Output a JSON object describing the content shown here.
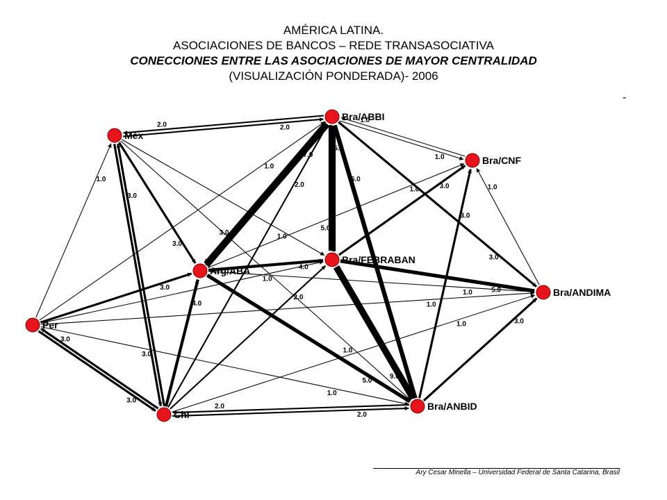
{
  "title": {
    "line1": "AMÉRICA LATINA.",
    "line2": "ASOCIACIONES DE BANCOS – REDE TRANSASOCIATIVA",
    "line3": "CONECCIONES ENTRE LAS ASOCIACIONES DE MAYOR CENTRALIDAD",
    "line4": "(VISUALIZACIÓN PONDERADA)- 2006"
  },
  "corner_mark": "-",
  "credit": "Ary Cesar Minella – Universidad Federal de Santa Catarina, Brasil",
  "colors": {
    "node": "#e8141c",
    "edge": "#000000"
  },
  "nodes": [
    {
      "id": "abbi",
      "label": "Bra/ABBI"
    },
    {
      "id": "mex",
      "label": "Méx"
    },
    {
      "id": "cnf",
      "label": "Bra/CNF"
    },
    {
      "id": "aba",
      "label": "Arg/ABA"
    },
    {
      "id": "feb",
      "label": "Bra/FEBRABAN"
    },
    {
      "id": "andima",
      "label": "Bra/ANDIMA"
    },
    {
      "id": "per",
      "label": "Per"
    },
    {
      "id": "chi",
      "label": "Chi"
    },
    {
      "id": "anbid",
      "label": "Bra/ANBID"
    }
  ],
  "edges": [
    {
      "from": "mex",
      "to": "abbi",
      "w": "2.0"
    },
    {
      "from": "abbi",
      "to": "mex",
      "w": "2.0"
    },
    {
      "from": "abbi",
      "to": "cnf",
      "w": "1.0"
    },
    {
      "from": "cnf",
      "to": "abbi",
      "w": "1.0"
    },
    {
      "from": "aba",
      "to": "abbi",
      "w": "7.0"
    },
    {
      "from": "abbi",
      "to": "aba",
      "w": "3.0"
    },
    {
      "from": "feb",
      "to": "abbi",
      "w": "5.0"
    },
    {
      "from": "abbi",
      "to": "feb",
      "w": "5.0"
    },
    {
      "from": "anbid",
      "to": "abbi",
      "w": "6.0"
    },
    {
      "from": "abbi",
      "to": "andima",
      "w": "3.0"
    },
    {
      "from": "chi",
      "to": "abbi",
      "w": "2.0"
    },
    {
      "from": "per",
      "to": "abbi",
      "w": "1.0"
    },
    {
      "from": "mex",
      "to": "aba",
      "w": "3.0"
    },
    {
      "from": "mex",
      "to": "chi",
      "w": "3.0"
    },
    {
      "from": "chi",
      "to": "mex",
      "w": "3.0"
    },
    {
      "from": "per",
      "to": "mex",
      "w": "1.0"
    },
    {
      "from": "mex",
      "to": "feb",
      "w": "1.0"
    },
    {
      "from": "mex",
      "to": "anbid",
      "w": "1.0"
    },
    {
      "from": "feb",
      "to": "cnf",
      "w": "3.0"
    },
    {
      "from": "aba",
      "to": "cnf",
      "w": "1.0"
    },
    {
      "from": "andima",
      "to": "cnf",
      "w": "1.0"
    },
    {
      "from": "anbid",
      "to": "cnf",
      "w": "3.0"
    },
    {
      "from": "aba",
      "to": "feb",
      "w": "4.0"
    },
    {
      "from": "aba",
      "to": "anbid",
      "w": "5.0"
    },
    {
      "from": "per",
      "to": "aba",
      "w": "3.0"
    },
    {
      "from": "chi",
      "to": "aba",
      "w": "4.0"
    },
    {
      "from": "feb",
      "to": "anbid",
      "w": "9.0"
    },
    {
      "from": "feb",
      "to": "andima",
      "w": "5.0"
    },
    {
      "from": "chi",
      "to": "feb",
      "w": "2.0"
    },
    {
      "from": "per",
      "to": "feb",
      "w": "1.0"
    },
    {
      "from": "aba",
      "to": "andima",
      "w": "1.0"
    },
    {
      "from": "per",
      "to": "andima",
      "w": "1.0"
    },
    {
      "from": "anbid",
      "to": "andima",
      "w": "3.0"
    },
    {
      "from": "chi",
      "to": "andima",
      "w": "1.0"
    },
    {
      "from": "per",
      "to": "chi",
      "w": "3.0"
    },
    {
      "from": "chi",
      "to": "per",
      "w": "3.0"
    },
    {
      "from": "chi",
      "to": "anbid",
      "w": "2.0"
    },
    {
      "from": "anbid",
      "to": "chi",
      "w": "2.0"
    },
    {
      "from": "per",
      "to": "anbid",
      "w": "1.0"
    }
  ]
}
